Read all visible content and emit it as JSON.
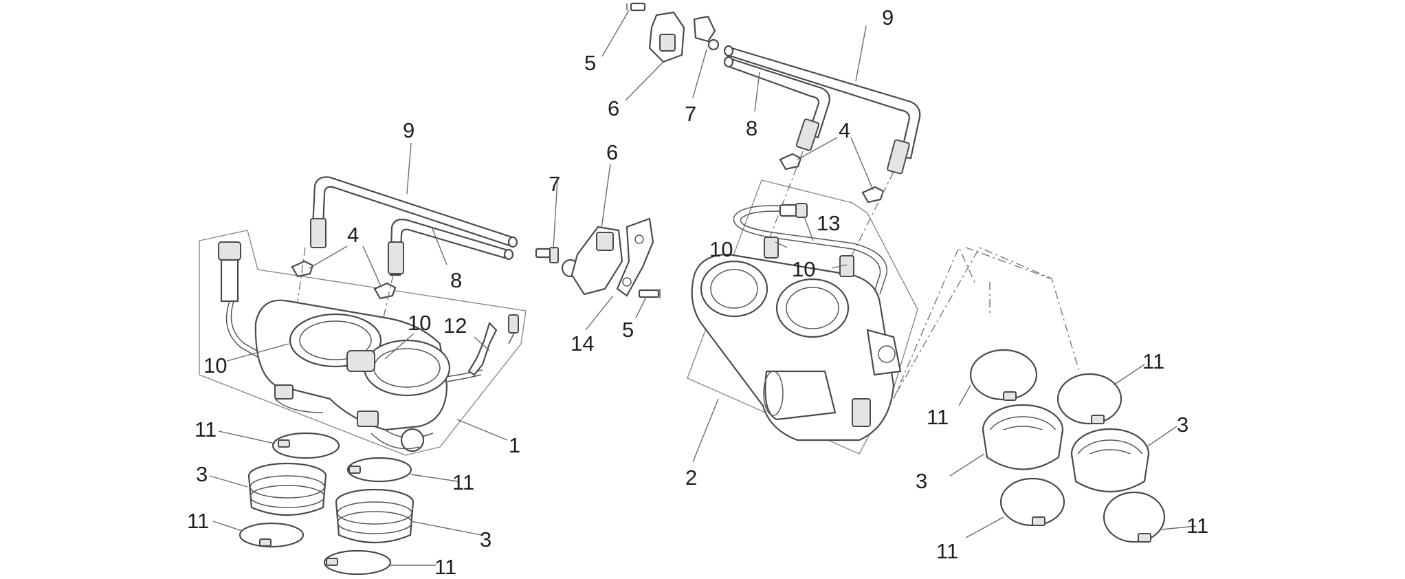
{
  "callouts": {
    "c1": "1",
    "c2": "2",
    "c3a": "3",
    "c3b": "3",
    "c3c": "3",
    "c3d": "3",
    "c4a": "4",
    "c4b": "4",
    "c5a": "5",
    "c5b": "5",
    "c6a": "6",
    "c6b": "6",
    "c7a": "7",
    "c7b": "7",
    "c8a": "8",
    "c8b": "8",
    "c9a": "9",
    "c9b": "9",
    "c10a": "10",
    "c10b": "10",
    "c10c": "10",
    "c10d": "10",
    "c11a": "11",
    "c11b": "11",
    "c11c": "11",
    "c11d": "11",
    "c11e": "11",
    "c11f": "11",
    "c11g": "11",
    "c11h": "11",
    "c12": "12",
    "c13": "13",
    "c14": "14"
  }
}
